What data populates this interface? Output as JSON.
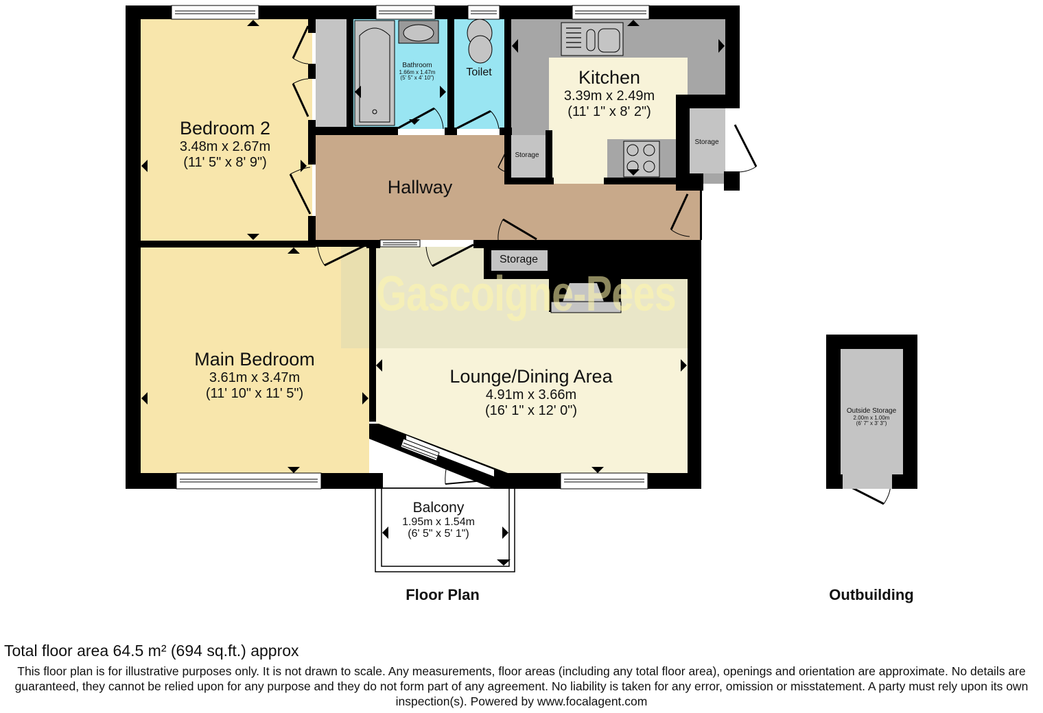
{
  "watermark": "Gascoigne-Pees",
  "colors": {
    "wall": "#000000",
    "bedroom": "#f8e6ac",
    "hallway": "#c8a98a",
    "wet_room": "#99e5f2",
    "kitchen_floor": "#f8f3d9",
    "lounge": "#f8f3d9",
    "storage": "#c4c4c4",
    "counter": "#a6a6a6"
  },
  "rooms": {
    "bedroom2": {
      "name": "Bedroom 2",
      "metric": "3.48m x 2.67m",
      "imperial": "(11' 5\" x 8' 9\")"
    },
    "main_bedroom": {
      "name": "Main Bedroom",
      "metric": "3.61m x 3.47m",
      "imperial": "(11' 10\" x 11' 5\")"
    },
    "bathroom": {
      "name": "Bathroom",
      "metric": "1.66m x 1.47m",
      "imperial": "(5' 5\" x 4' 10\")"
    },
    "toilet": {
      "name": "Toilet"
    },
    "kitchen": {
      "name": "Kitchen",
      "metric": "3.39m x 2.49m",
      "imperial": "(11' 1\" x 8' 2\")"
    },
    "hallway": {
      "name": "Hallway"
    },
    "storage_hall": {
      "name": "Storage"
    },
    "storage_kitchen": {
      "name": "Storage"
    },
    "storage_lounge": {
      "name": "Storage"
    },
    "lounge": {
      "name": "Lounge/Dining Area",
      "metric": "4.91m x 3.66m",
      "imperial": "(16' 1\" x 12' 0\")"
    },
    "balcony": {
      "name": "Balcony",
      "metric": "1.95m x 1.54m",
      "imperial": "(6' 5\" x 5' 1\")"
    },
    "outside_storage": {
      "name": "Outside Storage",
      "metric": "2.00m x 1.00m",
      "imperial": "(6' 7\" x 3' 3\")"
    }
  },
  "captions": {
    "floor_plan": "Floor Plan",
    "outbuilding": "Outbuilding"
  },
  "footer": {
    "total_area": "Total floor area 64.5 m² (694 sq.ft.) approx",
    "disclaimer": "This floor plan is for illustrative purposes only. It is not drawn to scale. Any measurements, floor areas (including any total floor area), openings and orientation are approximate. No details are guaranteed, they cannot be relied upon for any purpose and they do not form part of any agreement. No liability is taken for any error, omission or misstatement. A party must rely upon its own inspection(s). Powered by www.focalagent.com"
  }
}
